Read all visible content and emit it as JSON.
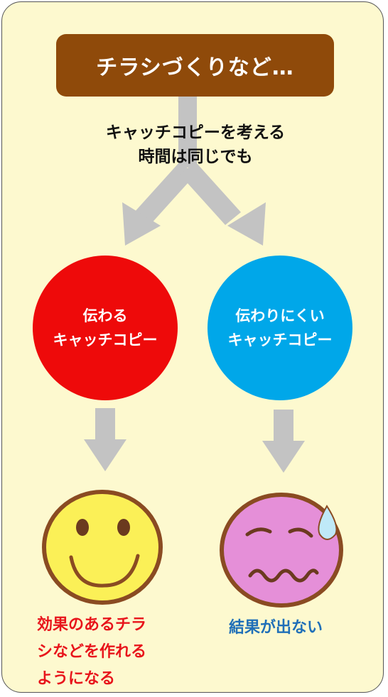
{
  "header": {
    "title": "チラシづくりなど…"
  },
  "subtitle": {
    "line1": "キャッチコピーを考える",
    "line2": "時間は同じでも"
  },
  "branches": {
    "left": {
      "line1": "伝わる",
      "line2": "キャッチコピー",
      "color": "#ee0a0a"
    },
    "right": {
      "line1": "伝わりにくい",
      "line2": "キャッチコピー",
      "color": "#00a7e9"
    }
  },
  "faces": {
    "left": {
      "icon": "smiley-face-icon",
      "color": "#fbf057"
    },
    "right": {
      "icon": "worried-face-icon",
      "color": "#e58fd8"
    }
  },
  "results": {
    "left": {
      "line1": "効果のあるチラ",
      "line2": "シなどを作れる",
      "line3": "ようになる",
      "color": "#e8141b"
    },
    "right": {
      "line1": "結果が出ない",
      "color": "#1f6fb8"
    }
  },
  "colors": {
    "background": "#fdf9cf",
    "header": "#8f4a0a",
    "arrow": "#c3c3c3"
  }
}
